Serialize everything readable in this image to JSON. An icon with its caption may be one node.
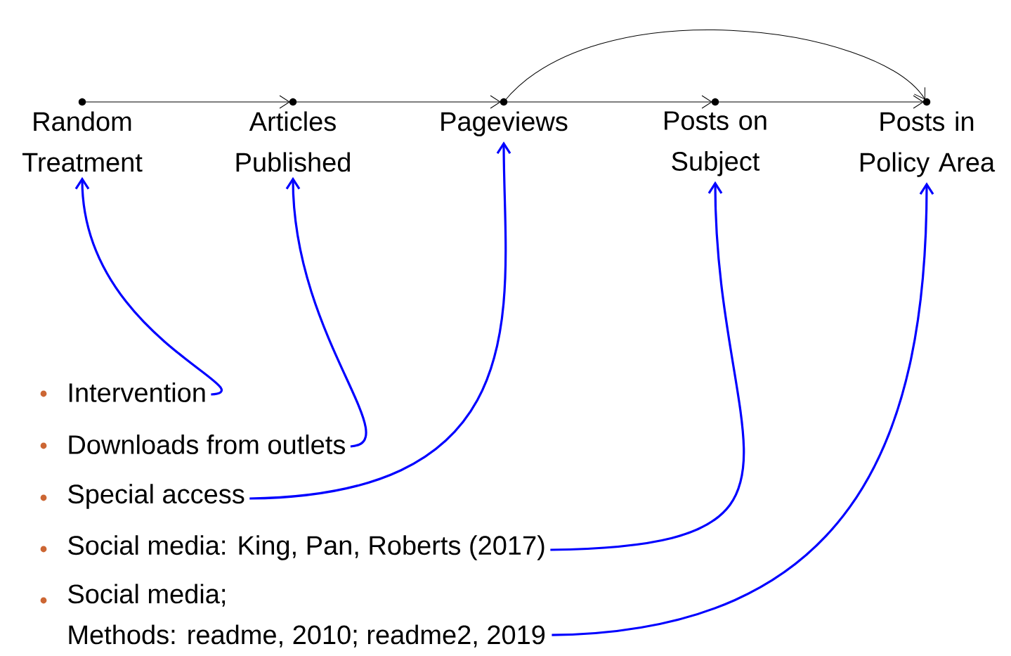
{
  "diagram": {
    "nodes": [
      {
        "text": [
          "Random Treatment"
        ]
      },
      {
        "text": [
          "Articles Published"
        ]
      },
      {
        "text": [
          "Pageviews"
        ]
      },
      {
        "text": [
          "Posts on Subject"
        ]
      },
      {
        "text": [
          "Posts in Policy Area"
        ]
      },
      {
        "text": [
          "Intervention"
        ]
      },
      {
        "text": [
          "Downloads from outlets"
        ]
      },
      {
        "text": [
          "Special access"
        ]
      },
      {
        "text": [
          "Social media: King, Pan, Roberts (2017)"
        ]
      },
      {
        "text": [
          "Social media;",
          "Methods: readme, 2010; readme2, 2019"
        ]
      }
    ],
    "edges": [
      {
        "from": 0,
        "to": 1,
        "arrow": "to"
      },
      {
        "from": 1,
        "to": 2,
        "arrow": "to"
      },
      {
        "from": 2,
        "to": 3,
        "arrow": "to"
      },
      {
        "from": 3,
        "to": 4,
        "arrow": "to"
      },
      {
        "from": 2,
        "to": 4,
        "arrow": "to"
      },
      {
        "from": 5,
        "to": 0,
        "arrow": "to",
        "style": "thick",
        "color": "#0000ff"
      },
      {
        "from": 6,
        "to": 1,
        "arrow": "to",
        "style": "thick",
        "color": "#0000ff"
      },
      {
        "from": 7,
        "to": 2,
        "arrow": "to",
        "style": "thick",
        "color": "#0000ff"
      },
      {
        "from": 8,
        "to": 3,
        "arrow": "to",
        "style": "thick",
        "color": "#0000ff"
      },
      {
        "from": 9,
        "to": 4,
        "arrow": "to",
        "style": "thick",
        "color": "#0000ff"
      }
    ]
  }
}
